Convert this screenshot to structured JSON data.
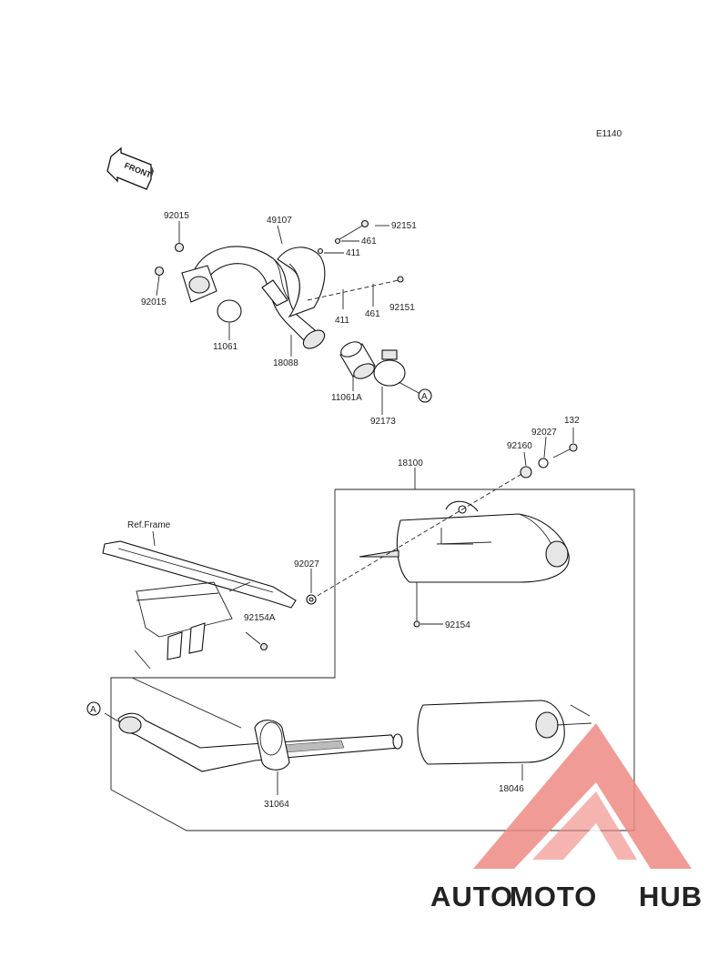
{
  "diagram": {
    "code": "E1140",
    "front_label": "FRONT",
    "ref_label": "Ref.Frame",
    "callout": "A",
    "parts": {
      "p92015a": "92015",
      "p92015b": "92015",
      "p11061": "11061",
      "p49107": "49107",
      "p18088": "18088",
      "p92151a": "92151",
      "p461a": "461",
      "p411a": "411",
      "p411b": "411",
      "p461b": "461",
      "p92151b": "92151",
      "p11061A": "11061A",
      "p92173": "92173",
      "p18100": "18100",
      "p132": "132",
      "p92027a": "92027",
      "p92160": "92160",
      "p92027b": "92027",
      "p92154": "92154",
      "p92154A": "92154A",
      "p31064": "31064",
      "p18046": "18046"
    }
  },
  "watermark": {
    "text_auto": "AUTO",
    "text_moto": "MOTO",
    "text_hub": "HUB",
    "color_auto": "#f2b25c",
    "color_moto": "#f08a80",
    "color_hub": "#555555",
    "color_logo": "#ef8a84"
  }
}
